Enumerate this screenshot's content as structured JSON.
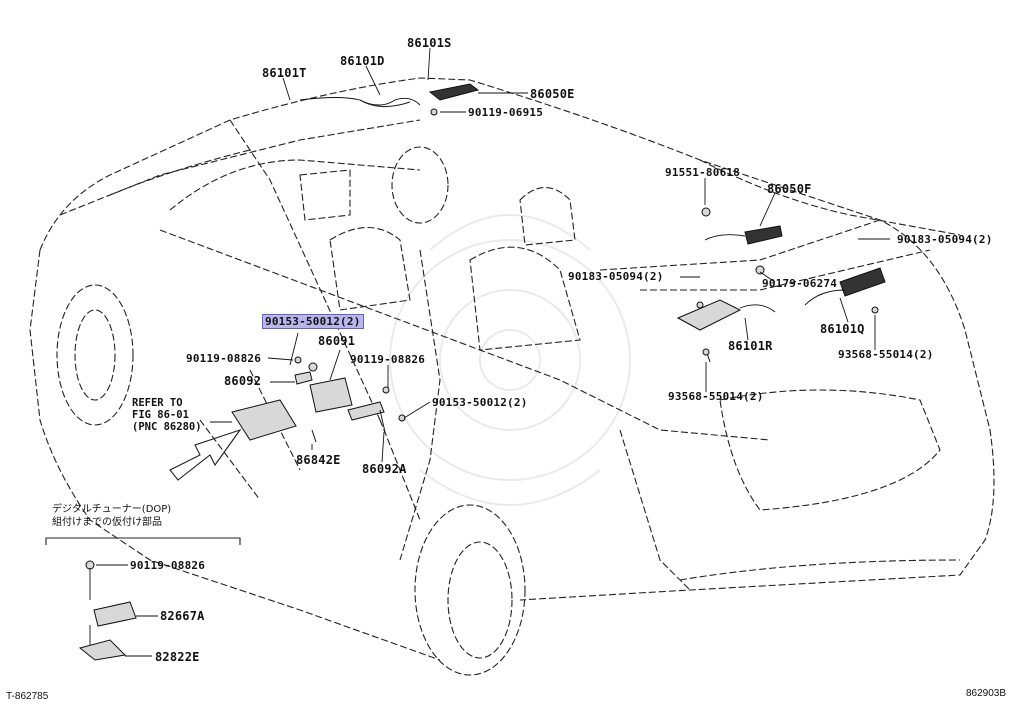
{
  "labels": {
    "p86101T": "86101T",
    "p86101D": "86101D",
    "p86101S": "86101S",
    "p86050E": "86050E",
    "p90119_06915": "90119-06915",
    "p91551_80618": "91551-80618",
    "p86050F": "86050F",
    "p90183_05094_a": "90183-05094(2)",
    "p90183_05094_b": "90183-05094(2)",
    "p90179_06274": "90179-06274",
    "p86101R": "86101R",
    "p86101Q": "86101Q",
    "p93568_55014_a": "93568-55014(2)",
    "p93568_55014_b": "93568-55014(2)",
    "p90153_50012_hl": "90153-50012(2)",
    "p90119_08826_a": "90119-08826",
    "p86091": "86091",
    "p90119_08826_b": "90119-08826",
    "p86092": "86092",
    "p90153_50012_b": "90153-50012(2)",
    "p86842E": "86842E",
    "p86092A": "86092A",
    "p90119_08826_c": "90119-08826",
    "p82667A": "82667A",
    "p82822E": "82822E"
  },
  "refer": {
    "line1": "REFER TO",
    "line2": "FIG 86-01",
    "line3": "(PNC 86280)"
  },
  "japanese_note": {
    "line1": "デジタルチューナー(DOP)",
    "line2": "組付けまでの仮付け部品"
  },
  "corners": {
    "left_code": "T-862785",
    "right_code": "862903B"
  },
  "colors": {
    "highlight": "#b9b6ec"
  }
}
